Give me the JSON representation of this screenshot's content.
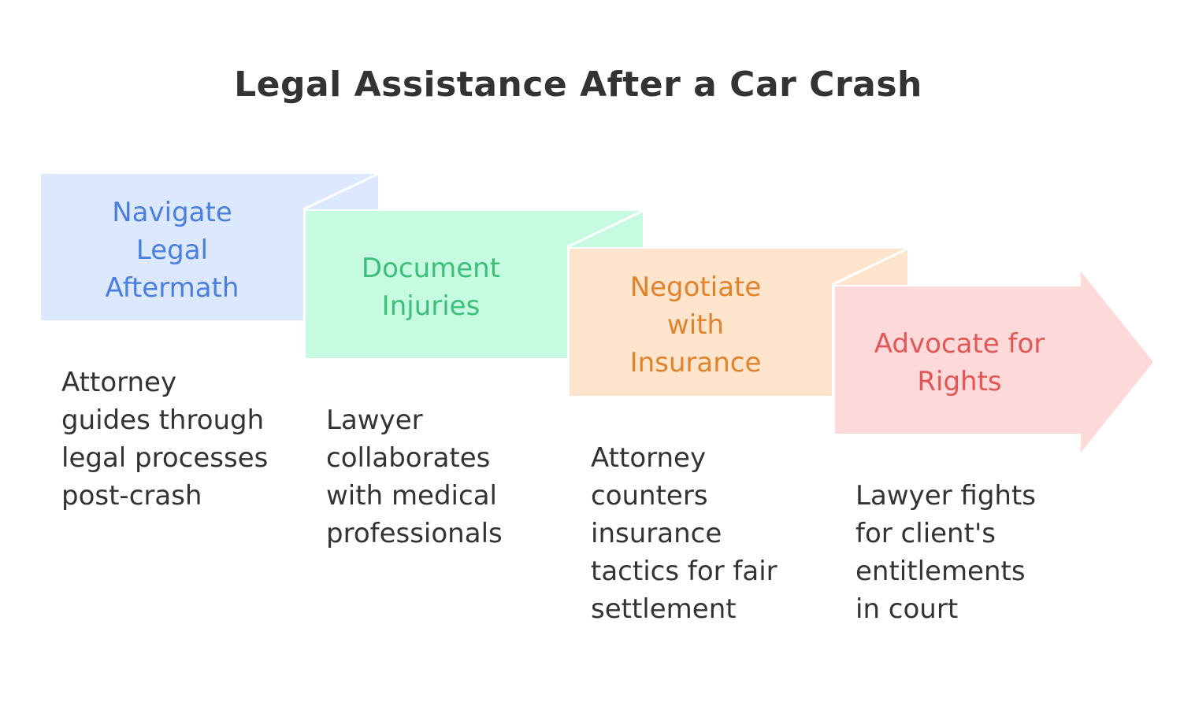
{
  "title": "Legal Assistance After a Car Crash",
  "steps": [
    {
      "label": "Navigate\nLegal\nAftermath",
      "description": "Attorney\nguides through\nlegal processes\npost-crash",
      "fill_color": "#dbe8fd",
      "text_color": "#4a7ee0"
    },
    {
      "label": "Document\nInjuries",
      "description": "Lawyer\ncollaborates\nwith medical\nprofessionals",
      "fill_color": "#c6fbe2",
      "text_color": "#3bbf79"
    },
    {
      "label": "Negotiate\nwith\nInsurance",
      "description": "Attorney\ncounters\ninsurance\ntactics for fair\nsettlement",
      "fill_color": "#fde4cc",
      "text_color": "#e0832c"
    },
    {
      "label": "Advocate for\nRights",
      "description": "Lawyer fights\nfor client's\nentitlements\nin court",
      "fill_color": "#fdd9d9",
      "text_color": "#e25656"
    }
  ]
}
